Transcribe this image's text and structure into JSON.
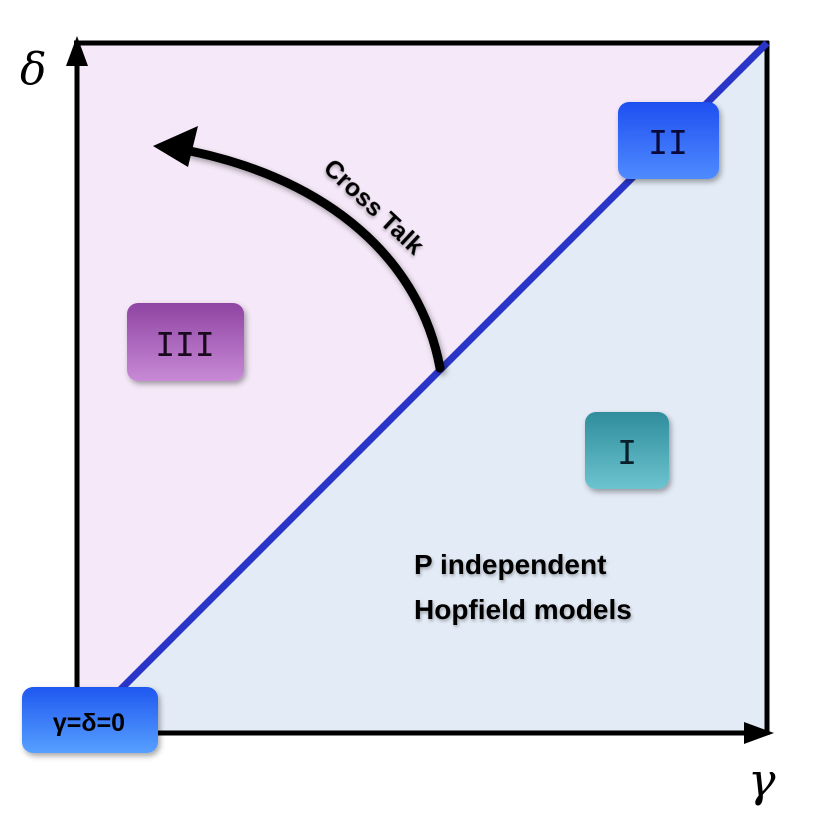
{
  "diagram": {
    "axes": {
      "y_symbol": "δ",
      "x_symbol": "γ"
    },
    "regions": {
      "one": "I",
      "two": "II",
      "three": "III",
      "origin": "γ=δ=0"
    },
    "arrow_label": "Cross Talk",
    "description_line1": "P independent",
    "description_line2": "Hopfield models"
  },
  "colors": {
    "upper_region_fill": "#f5e8f8",
    "lower_region_fill": "#e3ebf6",
    "diagonal_line": "#2a35c8",
    "border": "#000000",
    "box_one": "#3f9aab",
    "box_two": "#2d5ff5",
    "box_three": "#a25cb4",
    "box_origin": "#2f6cf6"
  }
}
